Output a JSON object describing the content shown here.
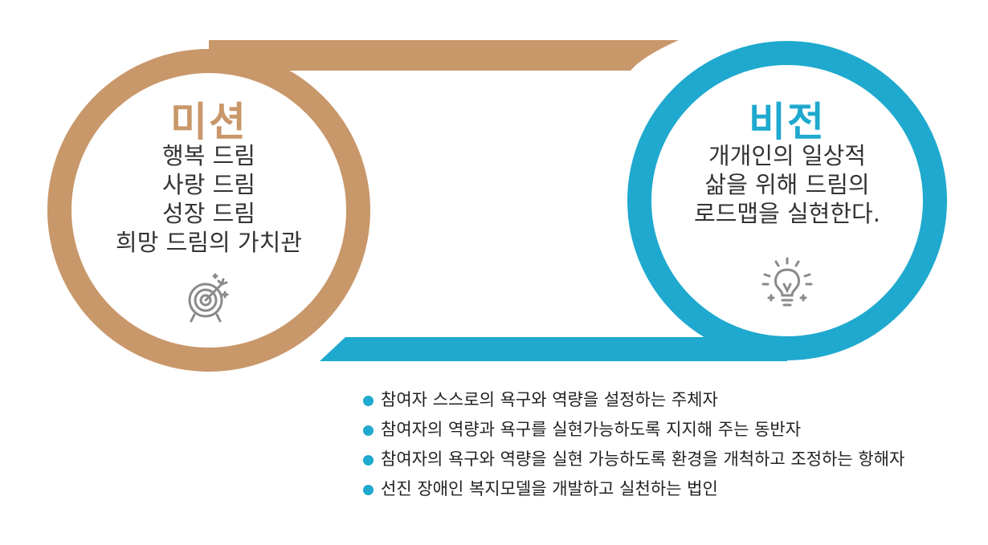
{
  "mission": {
    "title": "미션",
    "lines": [
      "행복 드림",
      "사랑 드림",
      "성장 드림",
      "희망 드림의 가치관"
    ],
    "icon": "target-icon",
    "color": "#c8976a"
  },
  "vision": {
    "title": "비전",
    "lines": [
      "개개인의 일상적",
      "삶을 위해 드림의",
      "로드맵을 실현한다."
    ],
    "icon": "lightbulb-icon",
    "color": "#1fa9cf"
  },
  "bullets": [
    "참여자 스스로의 욕구와 역량을 설정하는 주체자",
    "참여자의 역량과 욕구를 실현가능하도록 지지해 주는 동반자",
    "참여자의 욕구와 역량을 실현 가능하도록 환경을 개척하고 조정하는 항해자",
    "선진 장애인 복지모델을 개발하고 실천하는 법인"
  ],
  "colors": {
    "accent_blue": "#1fa9cf",
    "accent_tan": "#c8976a",
    "text": "#222222"
  }
}
